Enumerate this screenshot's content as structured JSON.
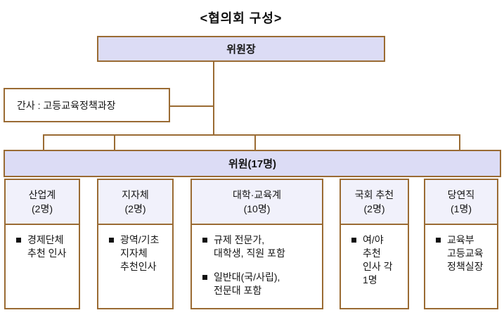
{
  "title": "<협의회 구성>",
  "colors": {
    "border": "#9A6B33",
    "box_fill": "#DCDCF5",
    "header_fill": "#F1F1FB",
    "text": "#151515"
  },
  "chairman": {
    "label": "위원장"
  },
  "secretary": {
    "label": "간사 : 고등교육정책과장"
  },
  "members_bar": {
    "label": "위원(17명)"
  },
  "columns": [
    {
      "name": "산업계",
      "count": "(2명)",
      "bullets": [
        "경제단체\n추천 인사"
      ]
    },
    {
      "name": "지자체",
      "count": "(2명)",
      "bullets": [
        "광역/기초\n지자체\n추천인사"
      ]
    },
    {
      "name": "대학·교육계",
      "count": "(10명)",
      "bullets": [
        "규제 전문가,\n대학생, 직원 포함",
        "일반대(국/사립),\n전문대 포함"
      ]
    },
    {
      "name": "국회 추천",
      "count": "(2명)",
      "bullets": [
        "여/야\n추천\n인사 각\n1명"
      ]
    },
    {
      "name": "당연직",
      "count": "(1명)",
      "bullets": [
        "교육부\n고등교육\n정책실장"
      ]
    }
  ]
}
